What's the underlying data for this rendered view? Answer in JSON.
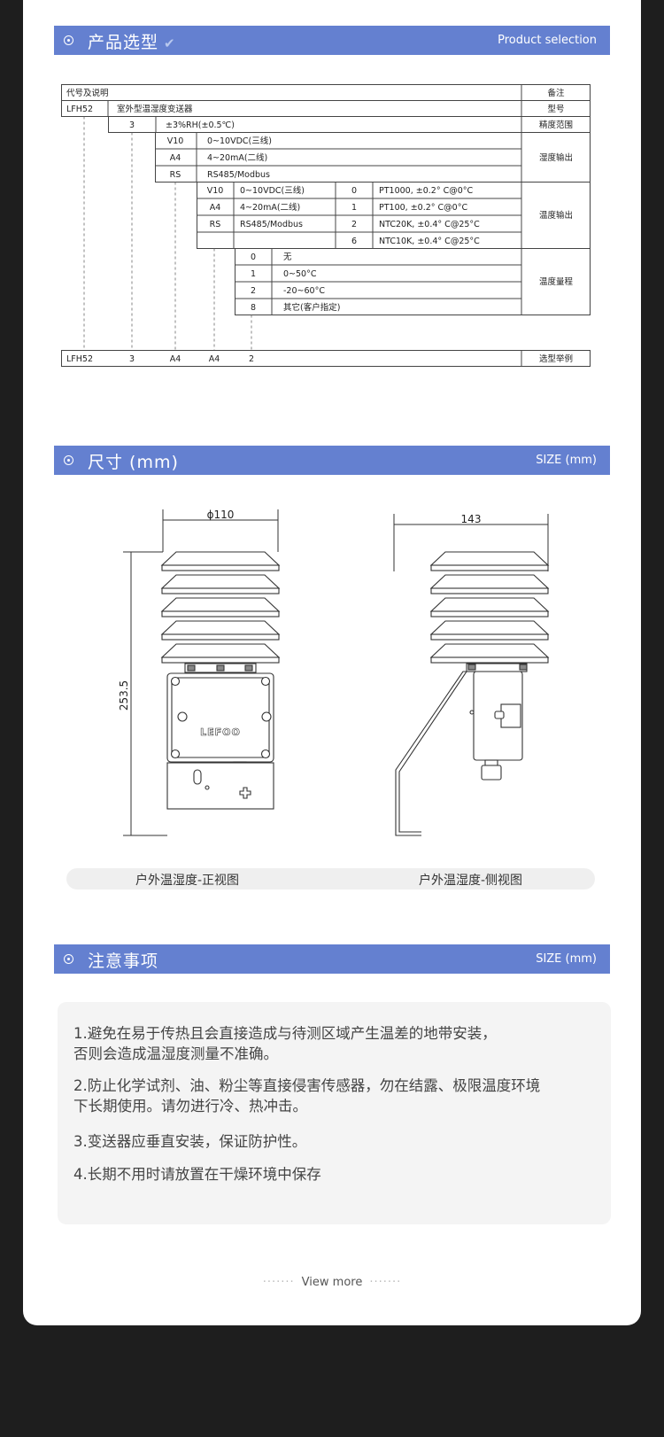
{
  "sections": {
    "selection": {
      "title": "产品选型",
      "subtitle": "Product selection"
    },
    "size": {
      "title": "尺寸 (mm)",
      "subtitle": "SIZE (mm)"
    },
    "notes": {
      "title": "注意事项",
      "subtitle": "SIZE (mm)"
    }
  },
  "table": {
    "header_left": "代号及说明",
    "header_right": "备注",
    "model_code": "LFH52",
    "model_desc": "室外型温湿度变送器",
    "model_note": "型号",
    "accuracy_code": "3",
    "accuracy_desc": "±3%RH(±0.5℃)",
    "accuracy_note": "精度范围",
    "humidity_output": [
      {
        "code": "V10",
        "desc": "0~10VDC(三线)"
      },
      {
        "code": "A4",
        "desc": "4~20mA(二线)"
      },
      {
        "code": "RS",
        "desc": "RS485/Modbus"
      }
    ],
    "humidity_output_note": "湿度输出",
    "temp_output": [
      {
        "code": "V10",
        "desc": "0~10VDC(三线)",
        "scode": "0",
        "sdesc": "PT1000, ±0.2° C@0°C"
      },
      {
        "code": "A4",
        "desc": "4~20mA(二线)",
        "scode": "1",
        "sdesc": "PT100, ±0.2° C@0°C"
      },
      {
        "code": "RS",
        "desc": "RS485/Modbus",
        "scode": "2",
        "sdesc": "NTC20K, ±0.4° C@25°C"
      },
      {
        "code": "",
        "desc": "",
        "scode": "6",
        "sdesc": "NTC10K, ±0.4° C@25°C"
      }
    ],
    "temp_output_note": "温度输出",
    "temp_range": [
      {
        "code": "0",
        "desc": "无"
      },
      {
        "code": "1",
        "desc": "0~50°C"
      },
      {
        "code": "2",
        "desc": "-20~60°C"
      },
      {
        "code": "8",
        "desc": "其它(客户指定)"
      }
    ],
    "temp_range_note": "温度量程",
    "example": [
      "LFH52",
      "3",
      "A4",
      "A4",
      "2"
    ],
    "example_note": "选型举例"
  },
  "dimensions": {
    "front_width": "ϕ110",
    "front_height": "253.5",
    "side_width": "143",
    "logo": "LEFOO"
  },
  "captions": {
    "front": "户外温湿度-正视图",
    "side": "户外温湿度-侧视图"
  },
  "notes": [
    "1.避免在易于传热且会直接造成与待测区域产生温差的地带安装，",
    "否则会造成温湿度测量不准确。",
    "2.防止化学试剂、油、粉尘等直接侵害传感器，勿在结露、极限温度环境",
    "下长期使用。请勿进行冷、热冲击。",
    "3.变送器应垂直安装，保证防护性。",
    "4.长期不用时请放置在干燥环境中保存"
  ],
  "view_more": "View more"
}
